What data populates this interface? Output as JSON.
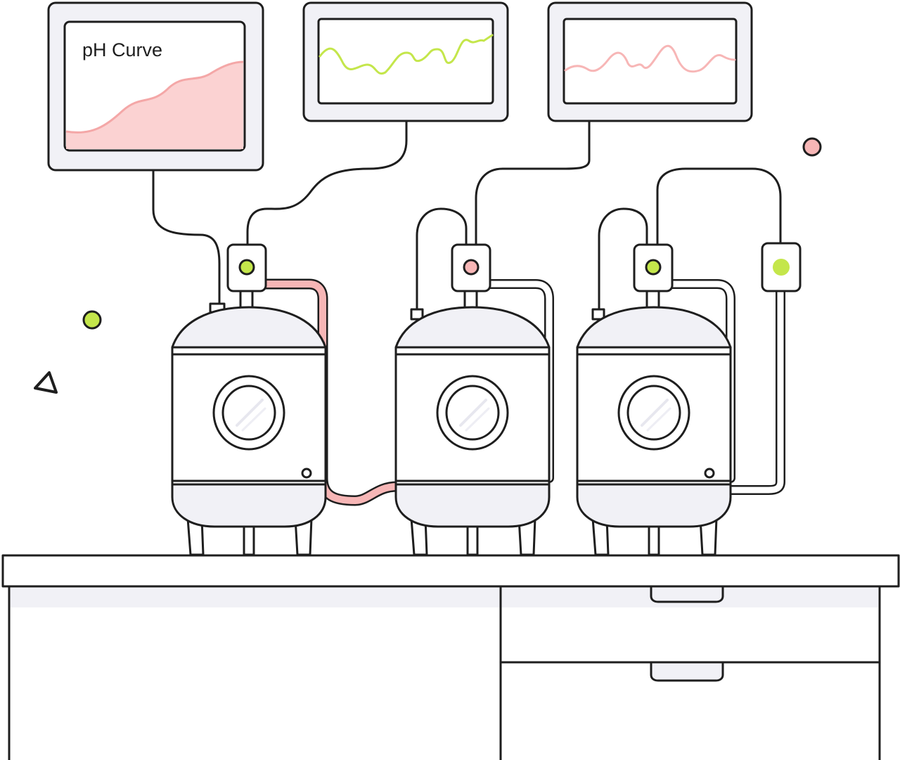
{
  "monitors": {
    "ph_title": "pH Curve"
  },
  "colors": {
    "outline": "#1e1e1e",
    "panel": "#f1f1f6",
    "pink": "#f7b6b6",
    "pink_fill": "#fbd2d2",
    "green": "#c4e64b"
  },
  "sensors": [
    {
      "status": "green"
    },
    {
      "status": "pink"
    },
    {
      "status": "green"
    },
    {
      "status": "green"
    }
  ]
}
